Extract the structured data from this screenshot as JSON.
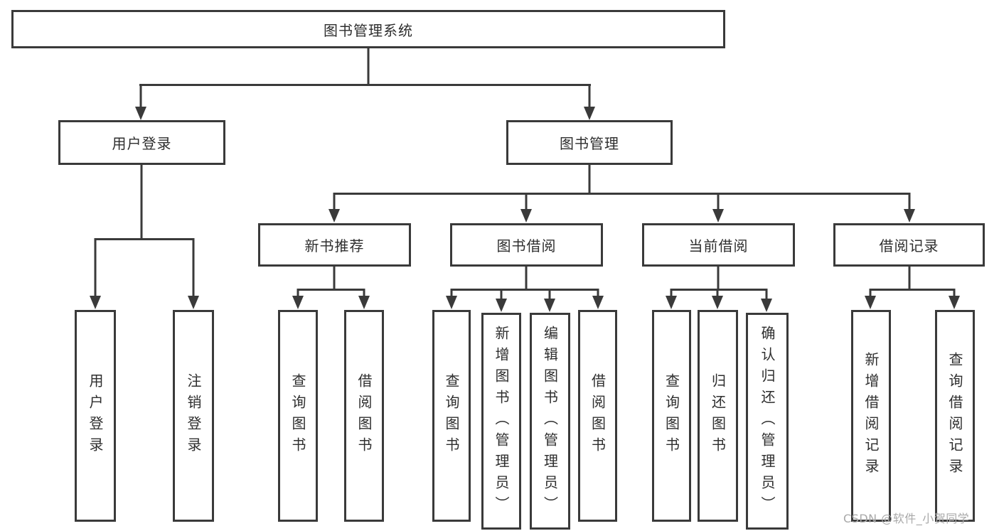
{
  "diagram": {
    "root": {
      "label": "图书管理系统"
    },
    "level2": [
      {
        "label": "用户登录",
        "children": [
          {
            "label": "用户登录"
          },
          {
            "label": "注销登录"
          }
        ]
      },
      {
        "label": "图书管理",
        "children": [
          {
            "label": "新书推荐",
            "children": [
              {
                "label": "查询图书"
              },
              {
                "label": "借阅图书"
              }
            ]
          },
          {
            "label": "图书借阅",
            "children": [
              {
                "label": "查询图书"
              },
              {
                "label": "新增图书（管理员）"
              },
              {
                "label": "编辑图书（管理员）"
              },
              {
                "label": "借阅图书"
              }
            ]
          },
          {
            "label": "当前借阅",
            "children": [
              {
                "label": "查询图书"
              },
              {
                "label": "归还图书"
              },
              {
                "label": "确认归还（管理员）"
              }
            ]
          },
          {
            "label": "借阅记录",
            "children": [
              {
                "label": "新增借阅记录"
              },
              {
                "label": "查询借阅记录"
              }
            ]
          }
        ]
      }
    ]
  },
  "watermark": {
    "text": "CSDN @软件_小贺同学"
  },
  "colors": {
    "line": "#3a3a3a",
    "text": "#2e2e2e",
    "watermark": "#a9a9a9",
    "background": "#ffffff"
  }
}
